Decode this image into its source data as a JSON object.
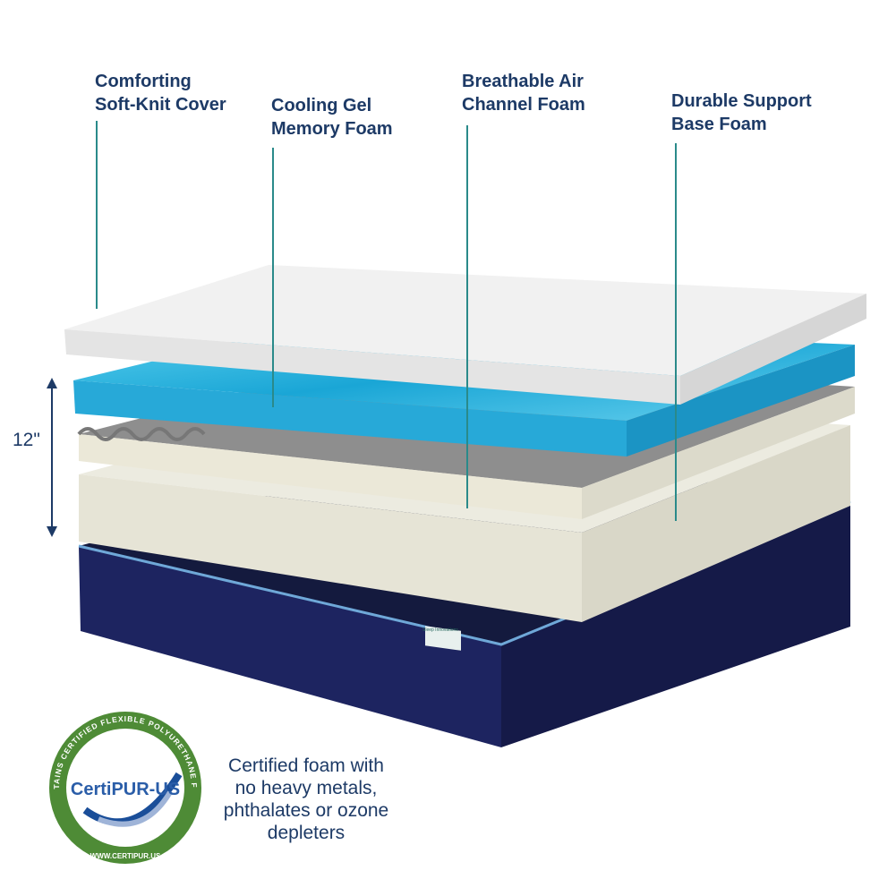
{
  "layers": [
    {
      "line1": "Comforting",
      "line2": "Soft-Knit Cover"
    },
    {
      "line1": "Cooling Gel",
      "line2": "Memory Foam"
    },
    {
      "line1": "Breathable Air",
      "line2": "Channel Foam"
    },
    {
      "line1": "Durable Support",
      "line2": "Base Foam"
    }
  ],
  "height_label": "12\"",
  "certification": {
    "logo_text": "CertiPUR-US",
    "ring_top": "CONTAINS CERTIFIED FLEXIBLE POLYURETHANE FOAM",
    "ring_bottom": "WWW.CERTIPUR.US",
    "description_lines": [
      "Certified foam with",
      "no heavy metals,",
      "phthalates or ozone",
      "depleters"
    ]
  },
  "brand_tag": "Sleep Innovations",
  "colors": {
    "text": "#1d3a66",
    "leader_line": "#2a8a8a",
    "gel": "#2bb5de",
    "base": "#1a1f4f",
    "badge_green": "#4e8b36"
  }
}
